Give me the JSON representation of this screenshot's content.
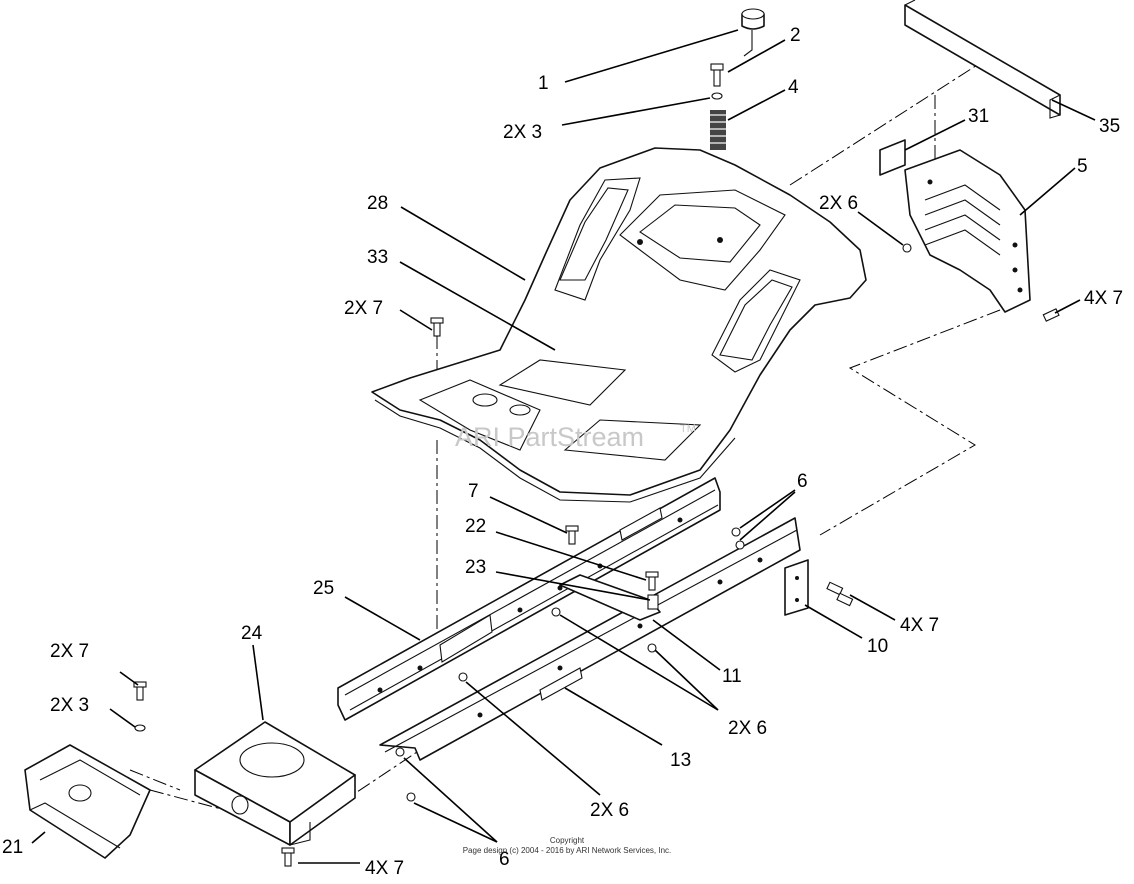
{
  "watermark": {
    "text": "ARI PartStream",
    "tm": "TM"
  },
  "copyright": {
    "line1": "Copyright",
    "line2": "Page design (c) 2004 - 2016 by ARI Network Services, Inc."
  },
  "callouts": {
    "c1": "1",
    "c2": "2",
    "c3": "2X 3",
    "c4": "4",
    "c35": "35",
    "c31": "31",
    "c5": "5",
    "c28": "28",
    "c6_shield": "2X 6",
    "c33": "33",
    "c7_seat": "2X 7",
    "c7_shield": "4X 7",
    "c7_frame": "7",
    "c6_top": "6",
    "c22": "22",
    "c23": "23",
    "c25": "25",
    "c24": "24",
    "c7_bracket": "4X 7",
    "c10": "10",
    "c11": "11",
    "c6_right": "2X 6",
    "c7_left": "2X 7",
    "c3_left": "2X 3",
    "c13": "13",
    "c6_mid": "2X 6",
    "c21": "21",
    "c7_bottom": "4X 7",
    "c6_bottom": "6"
  }
}
